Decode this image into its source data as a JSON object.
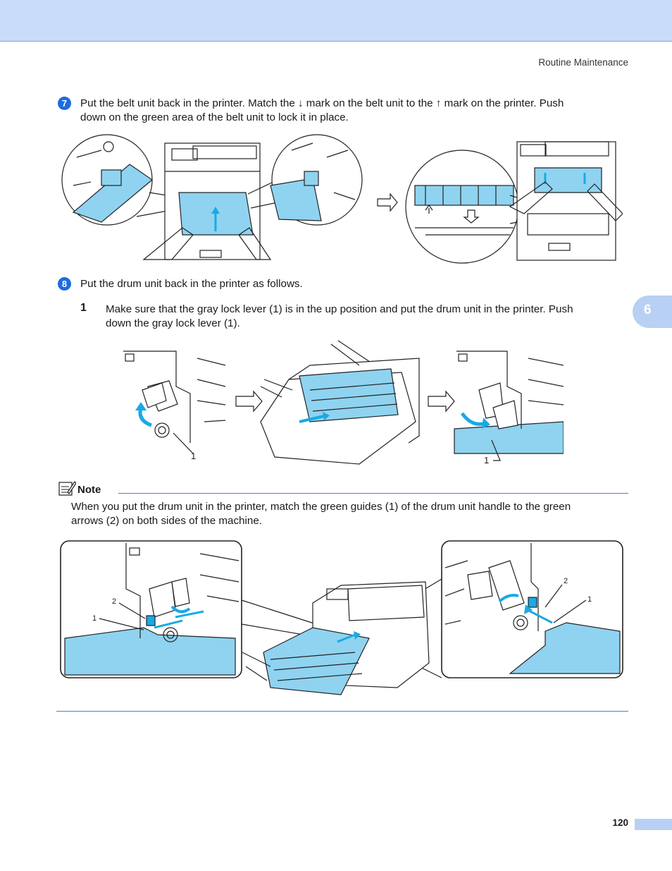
{
  "header": {
    "section": "Routine Maintenance"
  },
  "chapter_tab": "6",
  "step7": {
    "number": "7",
    "line1": "Put the belt unit back in the printer. Match the ↓ mark on the belt unit to the ↑ mark on the printer.  Push",
    "line2": "down on the green area of the belt unit to lock it in place."
  },
  "step8": {
    "number": "8",
    "text": "Put the drum unit back in the printer as follows.",
    "substep1": {
      "number": "1",
      "line1": "Make sure that the gray lock lever (1) is in the up position and put the drum unit in the printer. Push",
      "line2": "down the gray lock lever (1).",
      "callouts": [
        "1",
        "1"
      ]
    }
  },
  "note": {
    "label": "Note",
    "line1": "When you put the drum unit in the printer, match the green guides (1) of the drum unit handle to the green",
    "line2": "arrows (2) on both sides of the machine.",
    "callouts": {
      "left_2": "2",
      "left_1": "1",
      "right_2": "2",
      "right_1": "1"
    }
  },
  "footer": {
    "page_number": "120"
  },
  "colors": {
    "accent_blue": "#1d6be0",
    "header_band": "#c9dcf9",
    "highlight_cyan": "#8fd3f0",
    "arrow_cyan": "#19a9e6"
  }
}
